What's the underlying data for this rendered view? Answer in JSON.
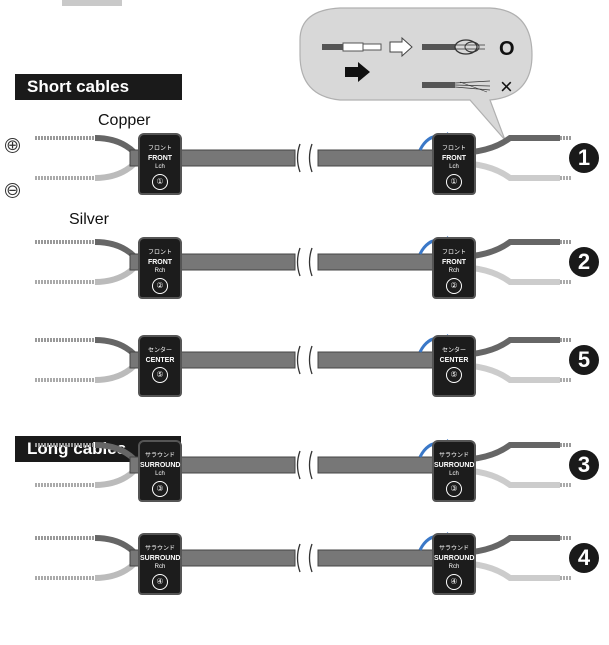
{
  "headers": {
    "short": "Short cables",
    "long": "Long cables"
  },
  "labels": {
    "copper": "Copper",
    "silver": "Silver"
  },
  "polarity": {
    "plus": "⊕",
    "minus": "⊖"
  },
  "colors": {
    "accent": "#3a78c8",
    "header": "#1a1a1a",
    "bubble": "#d8d8d8"
  },
  "rows": [
    {
      "step": "1",
      "jp": "フロント",
      "name": "FRONT",
      "ch": "Lch",
      "num": "①"
    },
    {
      "step": "2",
      "jp": "フロント",
      "name": "FRONT",
      "ch": "Rch",
      "num": "②"
    },
    {
      "step": "5",
      "jp": "センター",
      "name": "CENTER",
      "ch": "",
      "num": "⑤"
    },
    {
      "step": "3",
      "jp": "サラウンド",
      "name": "SURROUND",
      "ch": "Lch",
      "num": "③"
    },
    {
      "step": "4",
      "jp": "サラウンド",
      "name": "SURROUND",
      "ch": "Rch",
      "num": "④"
    }
  ],
  "callout": {
    "ok": "O",
    "ng": "×"
  }
}
